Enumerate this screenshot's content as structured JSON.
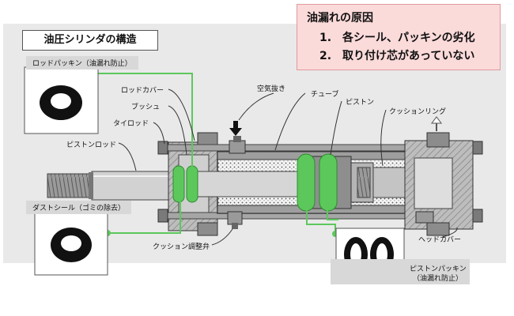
{
  "title": "油圧シリンダの構造",
  "causes": {
    "title": "油漏れの原因",
    "items": [
      "1.　各シール、パッキンの劣化",
      "2.　取り付け芯があっていない"
    ]
  },
  "labels": {
    "rod_packing": "ロッドパッキン（油漏れ防止）",
    "rod_cover": "ロッドカバー",
    "bush": "ブッシュ",
    "tie_rod": "タイロッド",
    "piston_rod": "ピストンロッド",
    "dust_seal": "ダストシール（ゴミの除去）",
    "air_vent": "空気抜き",
    "tube": "チューブ",
    "piston": "ピストン",
    "cushion_ring": "クッションリング",
    "cushion_valve": "クッション調整弁",
    "head_cover": "ヘッドカバー",
    "piston_packing_1": "ピストンパッキン",
    "piston_packing_2": "（油漏れ防止）"
  },
  "colors": {
    "seal_green": "#5cc85c",
    "cause_bg": "#fbdada"
  }
}
